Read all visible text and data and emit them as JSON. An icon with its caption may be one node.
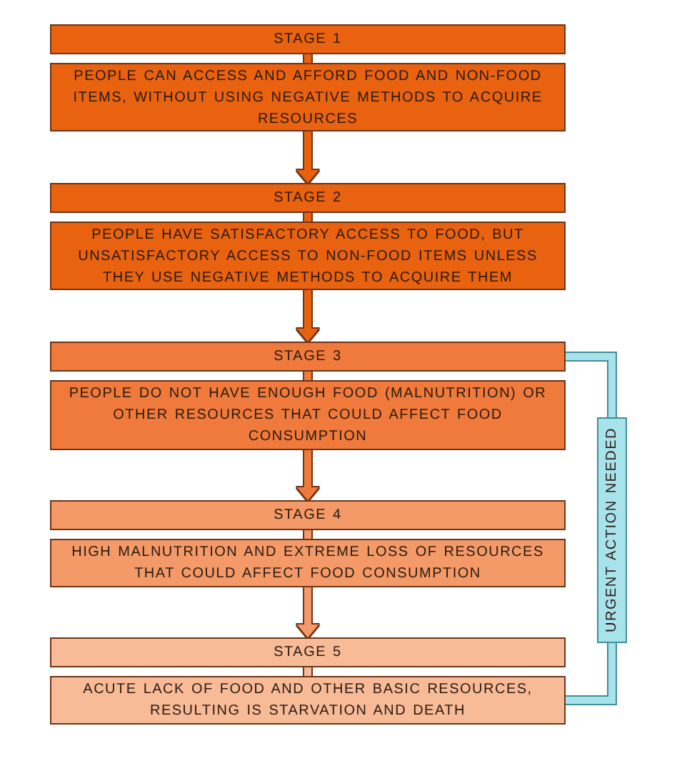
{
  "diagram": {
    "nodes": [
      {
        "text": [
          "STAGE 1"
        ]
      },
      {
        "text": [
          "PEOPLE CAN ACCESS AND AFFORD FOOD AND NON-FOOD ITEMS, WITHOUT USING NEGATIVE METHODS TO ACQUIRE RESOURCES"
        ]
      },
      {
        "text": [
          "STAGE 2"
        ]
      },
      {
        "text": [
          "PEOPLE HAVE SATISFACTORY ACCESS TO FOOD, BUT UNSATISFACTORY ACCESS TO NON-FOOD ITEMS UNLESS THEY USE NEGATIVE METHODS TO ACQUIRE THEM"
        ]
      },
      {
        "text": [
          "STAGE 3"
        ]
      },
      {
        "text": [
          "PEOPLE DO NOT HAVE ENOUGH FOOD (MALNUTRITION) OR OTHER RESOURCES THAT COULD AFFECT FOOD CONSUMPTION"
        ]
      },
      {
        "text": [
          "STAGE 4"
        ]
      },
      {
        "text": [
          "HIGH MALNUTRITION AND EXTREME LOSS OF RESOURCES THAT COULD AFFECT FOOD CONSUMPTION"
        ]
      },
      {
        "text": [
          "STAGE 5"
        ]
      },
      {
        "text": [
          "ACUTE LACK OF FOOD AND OTHER BASIC RESOURCES, RESULTING IS STARVATION AND DEATH"
        ]
      },
      {
        "text": [
          "URGENT ACTION NEEDED"
        ]
      }
    ],
    "edges": [
      {
        "from": 0,
        "to": 1,
        "arrow": "none"
      },
      {
        "from": 1,
        "to": 2,
        "arrow": "to"
      },
      {
        "from": 2,
        "to": 3,
        "arrow": "none"
      },
      {
        "from": 3,
        "to": 4,
        "arrow": "to"
      },
      {
        "from": 4,
        "to": 5,
        "arrow": "none",
        "color": "#ef7a3b"
      },
      {
        "from": 5,
        "to": 6,
        "arrow": "to",
        "color": "#ef7a3b"
      },
      {
        "from": 6,
        "to": 7,
        "arrow": "none",
        "color": "#f39a68"
      },
      {
        "from": 7,
        "to": 8,
        "arrow": "to",
        "color": "#f39a68"
      },
      {
        "from": 8,
        "to": 9,
        "arrow": "none",
        "color": "#f8bb98"
      },
      {
        "from": 4,
        "to": 10,
        "arrow": "none",
        "color": "#a8e3ec"
      },
      {
        "from": 10,
        "to": 9,
        "arrow": "none",
        "color": "#a8e3ec"
      }
    ]
  }
}
